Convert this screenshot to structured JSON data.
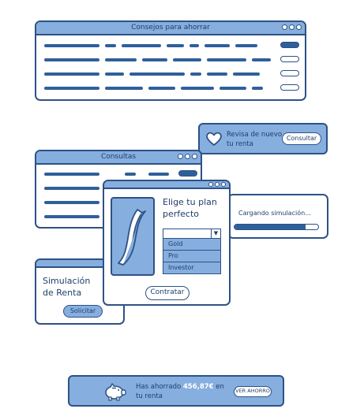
{
  "tips_window": {
    "title": "Consejos para ahorrar"
  },
  "queries_window": {
    "title": "Consultas"
  },
  "new_income_card": {
    "text_line1": "Revisa de nuevo",
    "text_line2": "tu renta",
    "button_label": "Consultar"
  },
  "plan_window": {
    "heading_line1": "Elige tu plan",
    "heading_line2": "perfecto",
    "options": [
      "Gold",
      "Pro",
      "Investor"
    ],
    "button_label": "Contratar"
  },
  "loading_window": {
    "label": "Cargando simulación...",
    "progress": 0.85
  },
  "simulation_window": {
    "title_line1": "Simulación",
    "title_line2": "de Renta",
    "button_label": "Solicitar"
  },
  "savings_banner": {
    "text_prefix": "Has ahorrado",
    "amount": "456,87€",
    "text_suffix": "en",
    "text_line2": "tu renta",
    "button_label": "VER AHORRO"
  },
  "icons": [
    "heart-icon",
    "piggy-bank-icon",
    "chevron-down-icon",
    "curve-chart-icon"
  ],
  "colors": {
    "primary": "#2d5286",
    "accent": "#86aede",
    "bar": "#2f5f9b",
    "amount_text": "#ffffff"
  }
}
